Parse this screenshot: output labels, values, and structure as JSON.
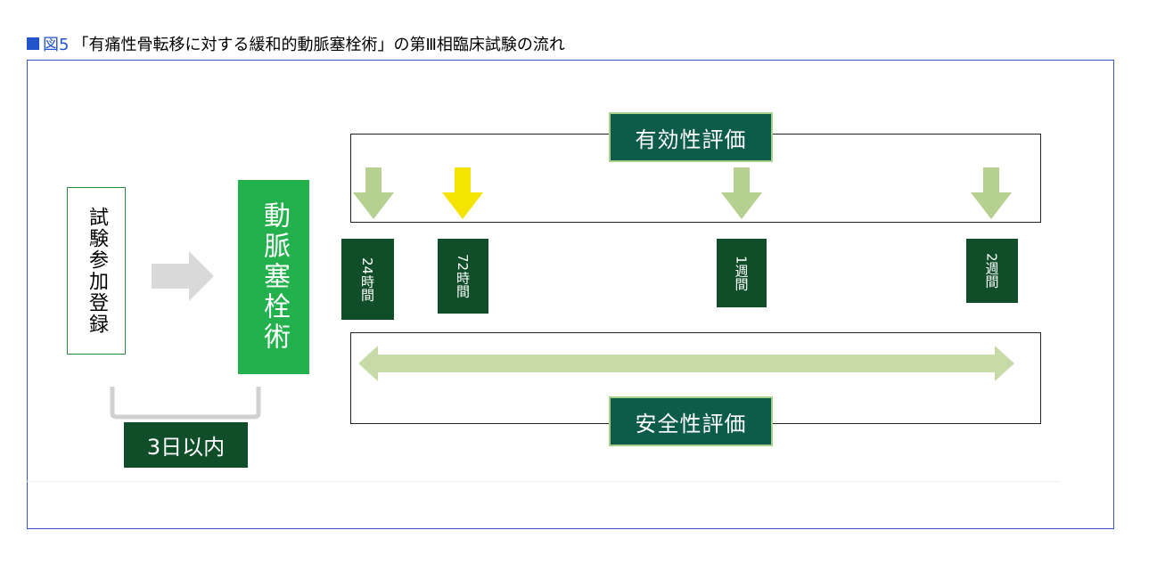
{
  "heading": {
    "figure_label": "図5",
    "title": "「有痛性骨転移に対する緩和的動脈塞栓術」の第Ⅲ相臨床試験の流れ"
  },
  "steps": {
    "enrollment": "試験参加登録",
    "procedure": "動脈塞栓術",
    "interval": "3日以内"
  },
  "evaluations": {
    "efficacy": "有効性評価",
    "safety": "安全性評価"
  },
  "timepoints": [
    {
      "label": "24時間",
      "arrow_color": "#b5d08f"
    },
    {
      "label": "72時間",
      "arrow_color": "#f5e400"
    },
    {
      "label": "1週間",
      "arrow_color": "#b5d08f"
    },
    {
      "label": "2週間",
      "arrow_color": "#b5d08f"
    }
  ],
  "colors": {
    "frame": "#3355cc",
    "procedure_box": "#22b14c",
    "dark_box": "#104e2a",
    "eval_box": "#0d5c4a",
    "arrow_light": "#b5d08f",
    "arrow_highlight": "#f5e400",
    "flow_arrow": "#d9d9d9"
  }
}
